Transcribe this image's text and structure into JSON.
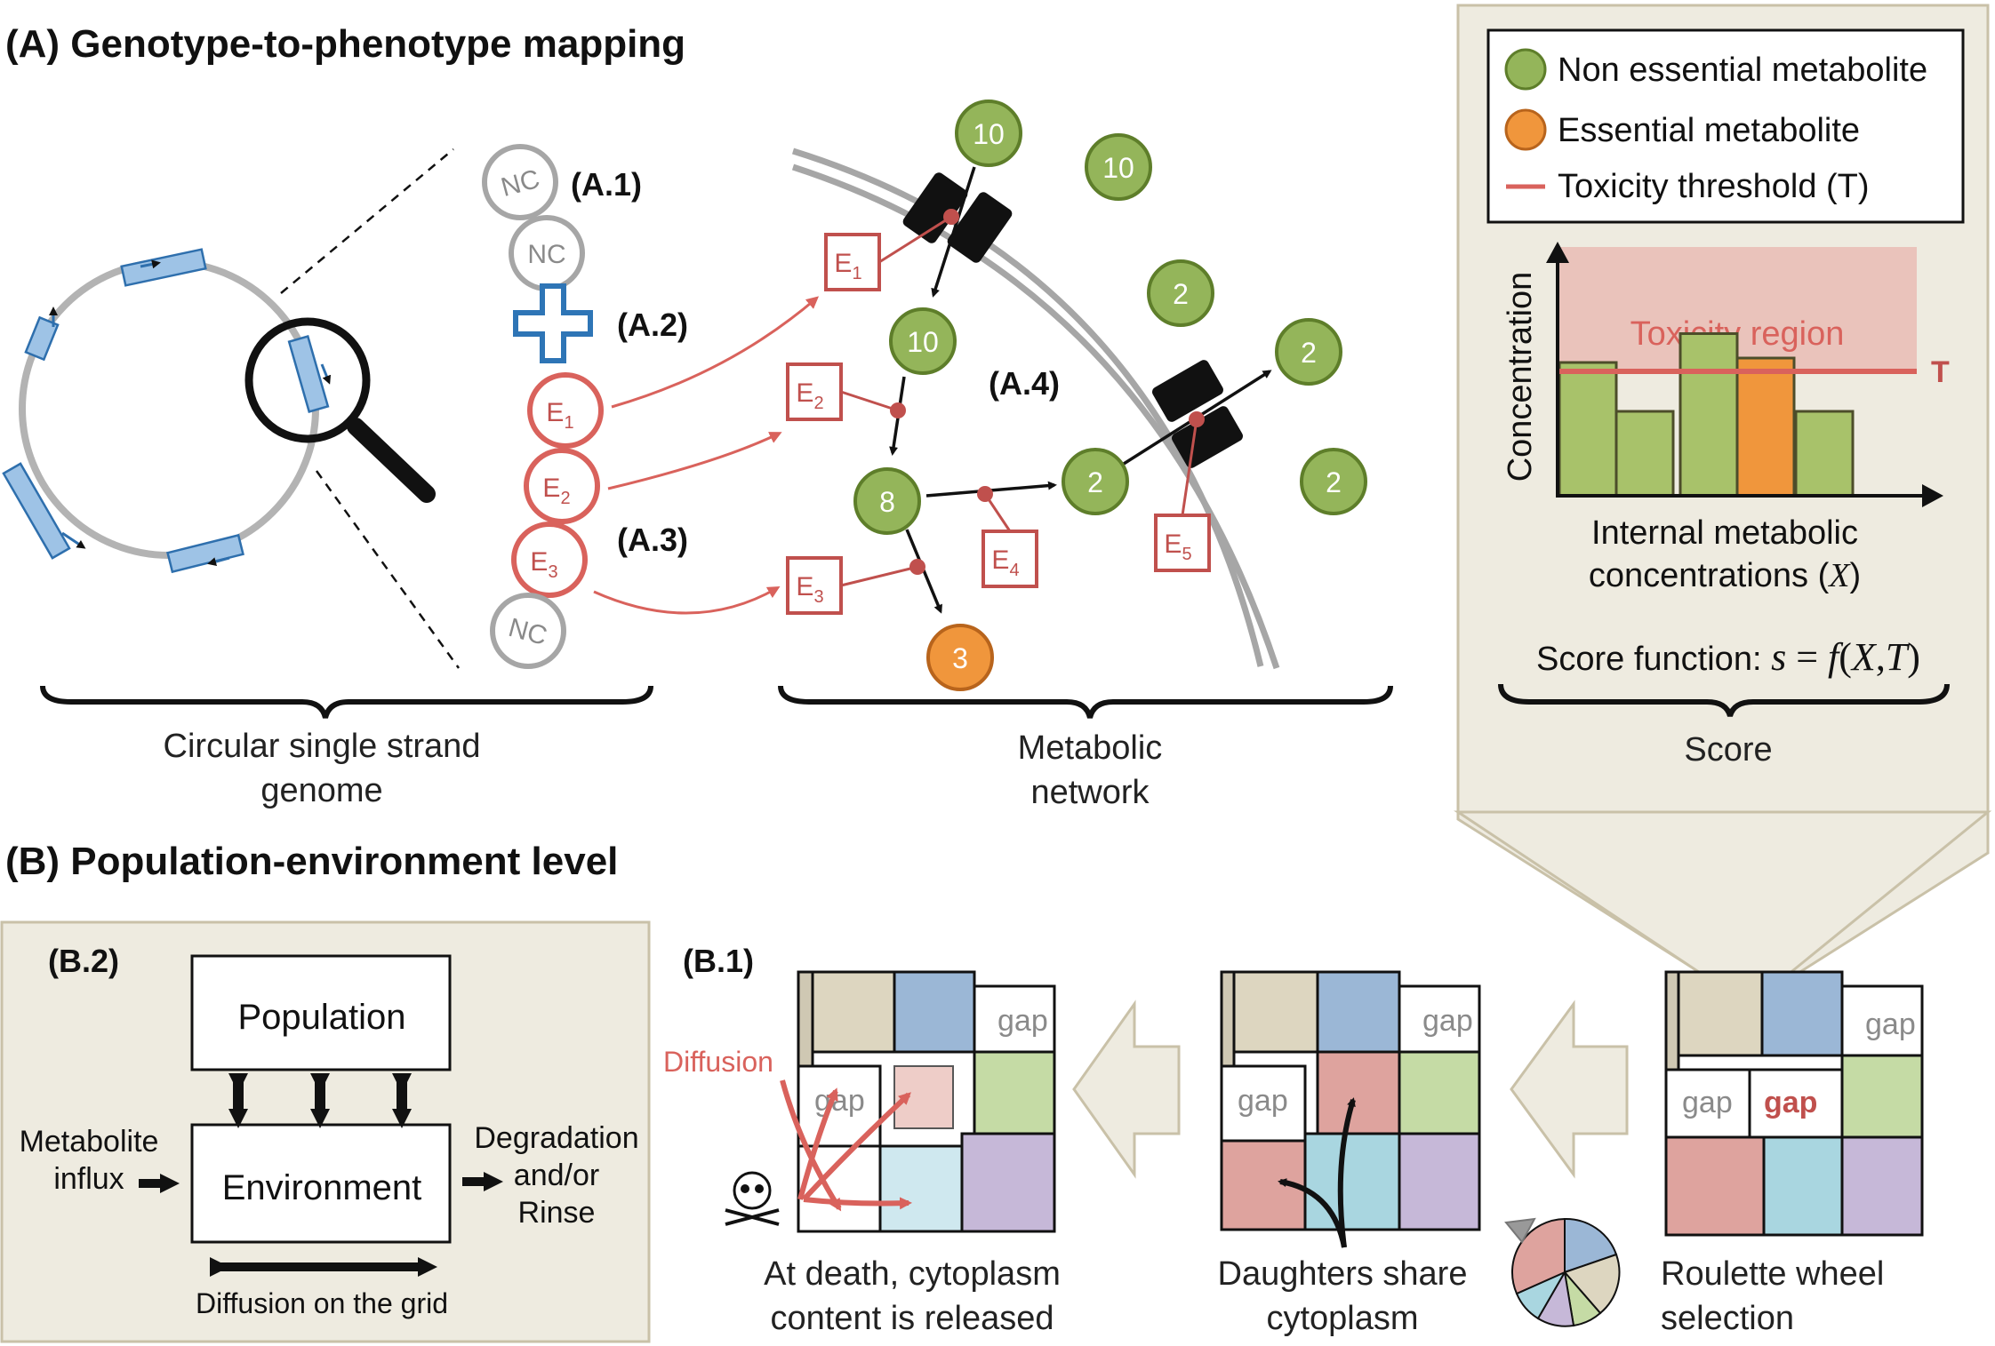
{
  "panel_a": {
    "title": "(A) Genotype-to-phenotype mapping",
    "label_a1": "(A.1)",
    "label_a2": "(A.2)",
    "label_a3": "(A.3)",
    "label_a4": "(A.4)",
    "nc": "NC",
    "genome_caption": [
      "Circular single strand",
      "genome"
    ],
    "network_caption": [
      "Metabolic",
      "network"
    ],
    "enzymes": [
      {
        "letter": "E",
        "sub": "1"
      },
      {
        "letter": "E",
        "sub": "2"
      },
      {
        "letter": "E",
        "sub": "3"
      },
      {
        "letter": "E",
        "sub": "4"
      },
      {
        "letter": "E",
        "sub": "5"
      }
    ],
    "metabolites": [
      "10",
      "10",
      "10",
      "2",
      "2",
      "2",
      "8",
      "2",
      "3"
    ]
  },
  "legend": {
    "non_essential": "Non essential metabolite",
    "essential": "Essential metabolite",
    "threshold": "Toxicity threshold (T)"
  },
  "score_panel": {
    "ylabel": "Concentration",
    "toxicity_region": "Toxicity region",
    "threshold_marker": "T",
    "xlabel": [
      "Internal metabolic",
      "concentrations (",
      "X",
      ")"
    ],
    "score_function": "Score function: ",
    "score_formula": [
      "s",
      " = ",
      "f",
      "(",
      "X",
      ",",
      "T",
      ")"
    ],
    "caption": "Score",
    "bars": [
      0.6,
      0.38,
      0.73,
      0.62,
      0.38
    ],
    "bar_types": [
      "non_essential",
      "non_essential",
      "non_essential",
      "essential",
      "non_essential"
    ],
    "threshold_level": 0.56,
    "toxicity_region_top": 1.12
  },
  "panel_b": {
    "title": "(B) Population-environment level",
    "label_b1": "(B.1)",
    "label_b2": "(B.2)",
    "population": "Population",
    "environment": "Environment",
    "influx": [
      "Metabolite",
      "influx"
    ],
    "degradation": [
      "Degradation",
      "and/or",
      "Rinse"
    ],
    "diffusion_grid": "Diffusion on the grid",
    "diffusion": "Diffusion",
    "gap": "gap",
    "death_caption": [
      "At death, cytoplasm",
      "content is released"
    ],
    "daughters_caption": [
      "Daughters share",
      "cytoplasm"
    ],
    "roulette_caption": [
      "Roulette wheel",
      "selection"
    ]
  },
  "colors": {
    "non_essential_fill": "#94b55a",
    "essential_fill": "#f0963c",
    "enzyme": "#c0504d",
    "plasmid_gene": "#9ec3e6",
    "panel_bg": "#eeebe0",
    "toxicity": "#e8b9b2"
  }
}
